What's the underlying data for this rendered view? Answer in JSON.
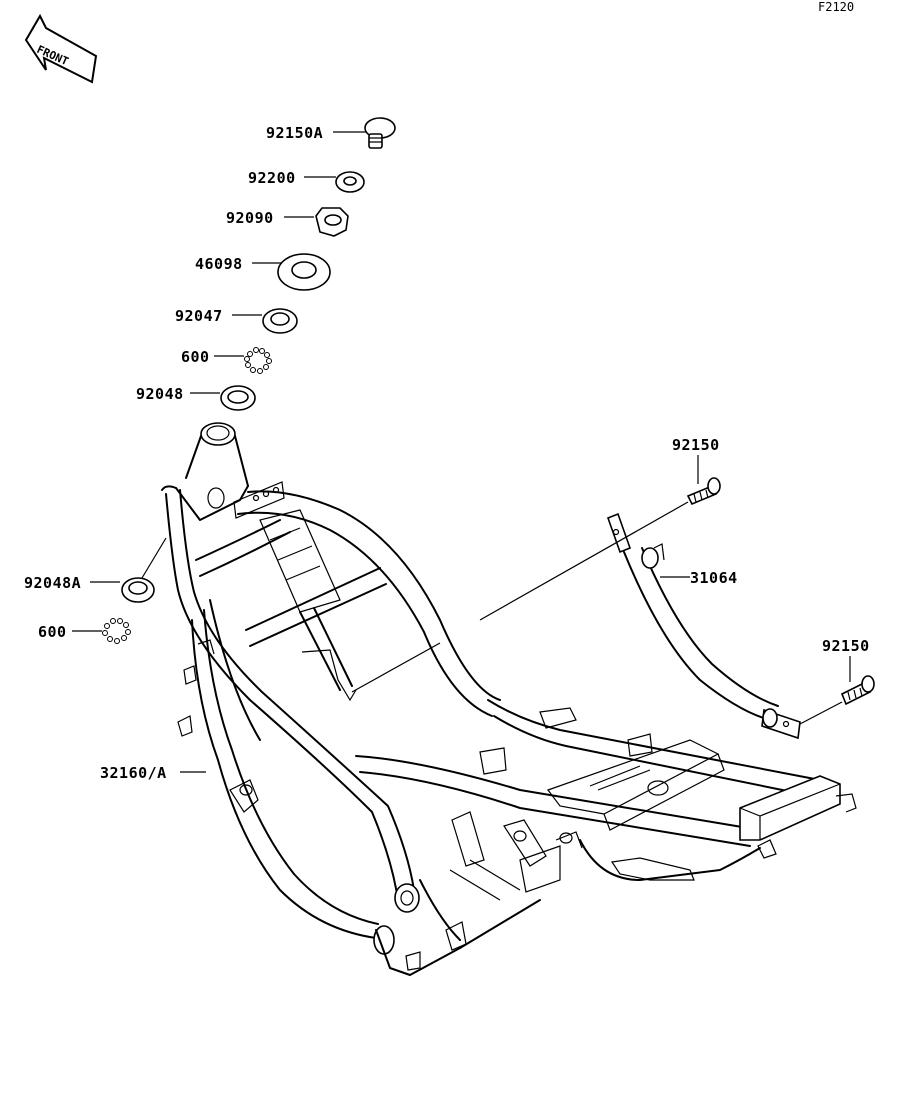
{
  "figure_code": "F2120",
  "front_badge": "FRONT",
  "callouts": {
    "p92150A": "92150A",
    "p92200": "92200",
    "p92090": "92090",
    "p46098": "46098",
    "p92047": "92047",
    "p600_top": "600",
    "p92048": "92048",
    "p92150_upper": "92150",
    "p31064": "31064",
    "p92048A": "92048A",
    "p600_left": "600",
    "p92150_lower": "92150",
    "p32160A": "32160/A"
  }
}
